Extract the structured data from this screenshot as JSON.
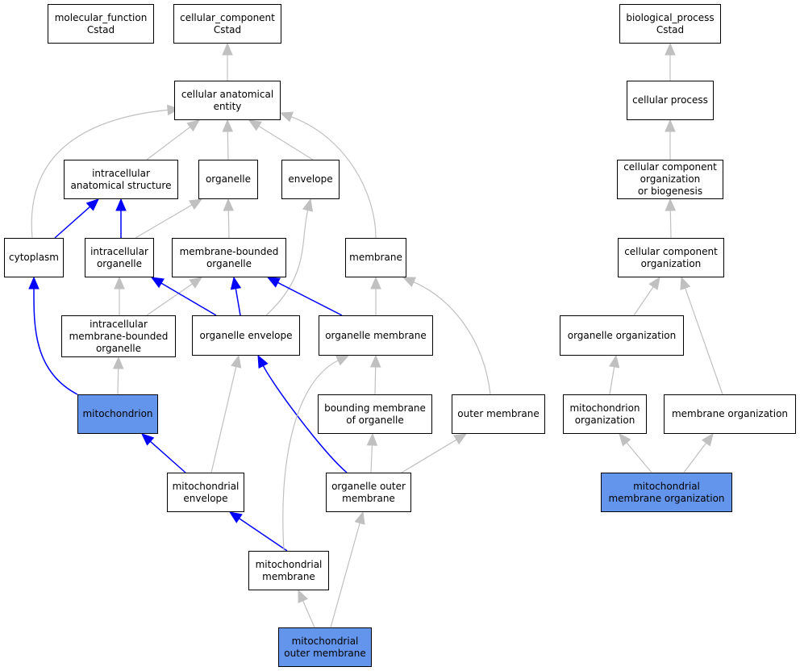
{
  "colors": {
    "highlight": "#6495ed",
    "gray_edge": "#c0c0c0",
    "blue_edge": "#0000ff",
    "border": "#000000"
  },
  "nodes": [
    {
      "id": "mf",
      "label": "molecular_function\nCstad",
      "highlight": false
    },
    {
      "id": "cc",
      "label": "cellular_component\nCstad",
      "highlight": false
    },
    {
      "id": "bp",
      "label": "biological_process\nCstad",
      "highlight": false
    },
    {
      "id": "cae",
      "label": "cellular anatomical\nentity",
      "highlight": false
    },
    {
      "id": "cproc",
      "label": "cellular process",
      "highlight": false
    },
    {
      "id": "ias",
      "label": "intracellular\nanatomical structure",
      "highlight": false
    },
    {
      "id": "organelle",
      "label": "organelle",
      "highlight": false
    },
    {
      "id": "envelope",
      "label": "envelope",
      "highlight": false
    },
    {
      "id": "ccob",
      "label": "cellular component\norganization\nor biogenesis",
      "highlight": false
    },
    {
      "id": "cytoplasm",
      "label": "cytoplasm",
      "highlight": false
    },
    {
      "id": "io",
      "label": "intracellular\norganelle",
      "highlight": false
    },
    {
      "id": "mbo",
      "label": "membrane-bounded\norganelle",
      "highlight": false
    },
    {
      "id": "membrane",
      "label": "membrane",
      "highlight": false
    },
    {
      "id": "cco",
      "label": "cellular component\norganization",
      "highlight": false
    },
    {
      "id": "imbo",
      "label": "intracellular\nmembrane-bounded\norganelle",
      "highlight": false
    },
    {
      "id": "oe",
      "label": "organelle envelope",
      "highlight": false
    },
    {
      "id": "om",
      "label": "organelle membrane",
      "highlight": false
    },
    {
      "id": "oorg",
      "label": "organelle organization",
      "highlight": false
    },
    {
      "id": "mito",
      "label": "mitochondrion",
      "highlight": true
    },
    {
      "id": "bmo",
      "label": "bounding membrane\nof organelle",
      "highlight": false
    },
    {
      "id": "outm",
      "label": "outer membrane",
      "highlight": false
    },
    {
      "id": "morg",
      "label": "mitochondrion\norganization",
      "highlight": false
    },
    {
      "id": "memorg",
      "label": "membrane organization",
      "highlight": false
    },
    {
      "id": "menv",
      "label": "mitochondrial\nenvelope",
      "highlight": false
    },
    {
      "id": "oom",
      "label": "organelle outer\nmembrane",
      "highlight": false
    },
    {
      "id": "mmo",
      "label": "mitochondrial\nmembrane organization",
      "highlight": true
    },
    {
      "id": "mm",
      "label": "mitochondrial\nmembrane",
      "highlight": false
    },
    {
      "id": "mom",
      "label": "mitochondrial\nouter membrane",
      "highlight": true
    }
  ],
  "edges": [
    {
      "from": "cae",
      "to": "cc",
      "color": "gray"
    },
    {
      "from": "cproc",
      "to": "bp",
      "color": "gray"
    },
    {
      "from": "ias",
      "to": "cae",
      "color": "gray"
    },
    {
      "from": "organelle",
      "to": "cae",
      "color": "gray"
    },
    {
      "from": "envelope",
      "to": "cae",
      "color": "gray"
    },
    {
      "from": "cytoplasm",
      "to": "cae",
      "color": "gray"
    },
    {
      "from": "membrane",
      "to": "cae",
      "color": "gray"
    },
    {
      "from": "ccob",
      "to": "cproc",
      "color": "gray"
    },
    {
      "from": "cytoplasm",
      "to": "ias",
      "color": "blue"
    },
    {
      "from": "io",
      "to": "ias",
      "color": "blue"
    },
    {
      "from": "io",
      "to": "organelle",
      "color": "gray"
    },
    {
      "from": "mbo",
      "to": "organelle",
      "color": "gray"
    },
    {
      "from": "cco",
      "to": "ccob",
      "color": "gray"
    },
    {
      "from": "imbo",
      "to": "io",
      "color": "gray"
    },
    {
      "from": "imbo",
      "to": "mbo",
      "color": "gray"
    },
    {
      "from": "oe",
      "to": "io",
      "color": "blue"
    },
    {
      "from": "oe",
      "to": "mbo",
      "color": "blue"
    },
    {
      "from": "oe",
      "to": "envelope",
      "color": "gray"
    },
    {
      "from": "om",
      "to": "mbo",
      "color": "blue"
    },
    {
      "from": "om",
      "to": "membrane",
      "color": "gray"
    },
    {
      "from": "outm",
      "to": "membrane",
      "color": "gray"
    },
    {
      "from": "oorg",
      "to": "cco",
      "color": "gray"
    },
    {
      "from": "memorg",
      "to": "cco",
      "color": "gray"
    },
    {
      "from": "mito",
      "to": "cytoplasm",
      "color": "blue"
    },
    {
      "from": "mito",
      "to": "imbo",
      "color": "gray"
    },
    {
      "from": "bmo",
      "to": "om",
      "color": "gray"
    },
    {
      "from": "morg",
      "to": "oorg",
      "color": "gray"
    },
    {
      "from": "menv",
      "to": "mito",
      "color": "blue"
    },
    {
      "from": "menv",
      "to": "oe",
      "color": "gray"
    },
    {
      "from": "oom",
      "to": "oe",
      "color": "blue"
    },
    {
      "from": "oom",
      "to": "bmo",
      "color": "gray"
    },
    {
      "from": "oom",
      "to": "outm",
      "color": "gray"
    },
    {
      "from": "mmo",
      "to": "morg",
      "color": "gray"
    },
    {
      "from": "mmo",
      "to": "memorg",
      "color": "gray"
    },
    {
      "from": "mm",
      "to": "menv",
      "color": "blue"
    },
    {
      "from": "mm",
      "to": "om",
      "color": "gray"
    },
    {
      "from": "mom",
      "to": "mm",
      "color": "gray"
    },
    {
      "from": "mom",
      "to": "oom",
      "color": "gray"
    }
  ]
}
